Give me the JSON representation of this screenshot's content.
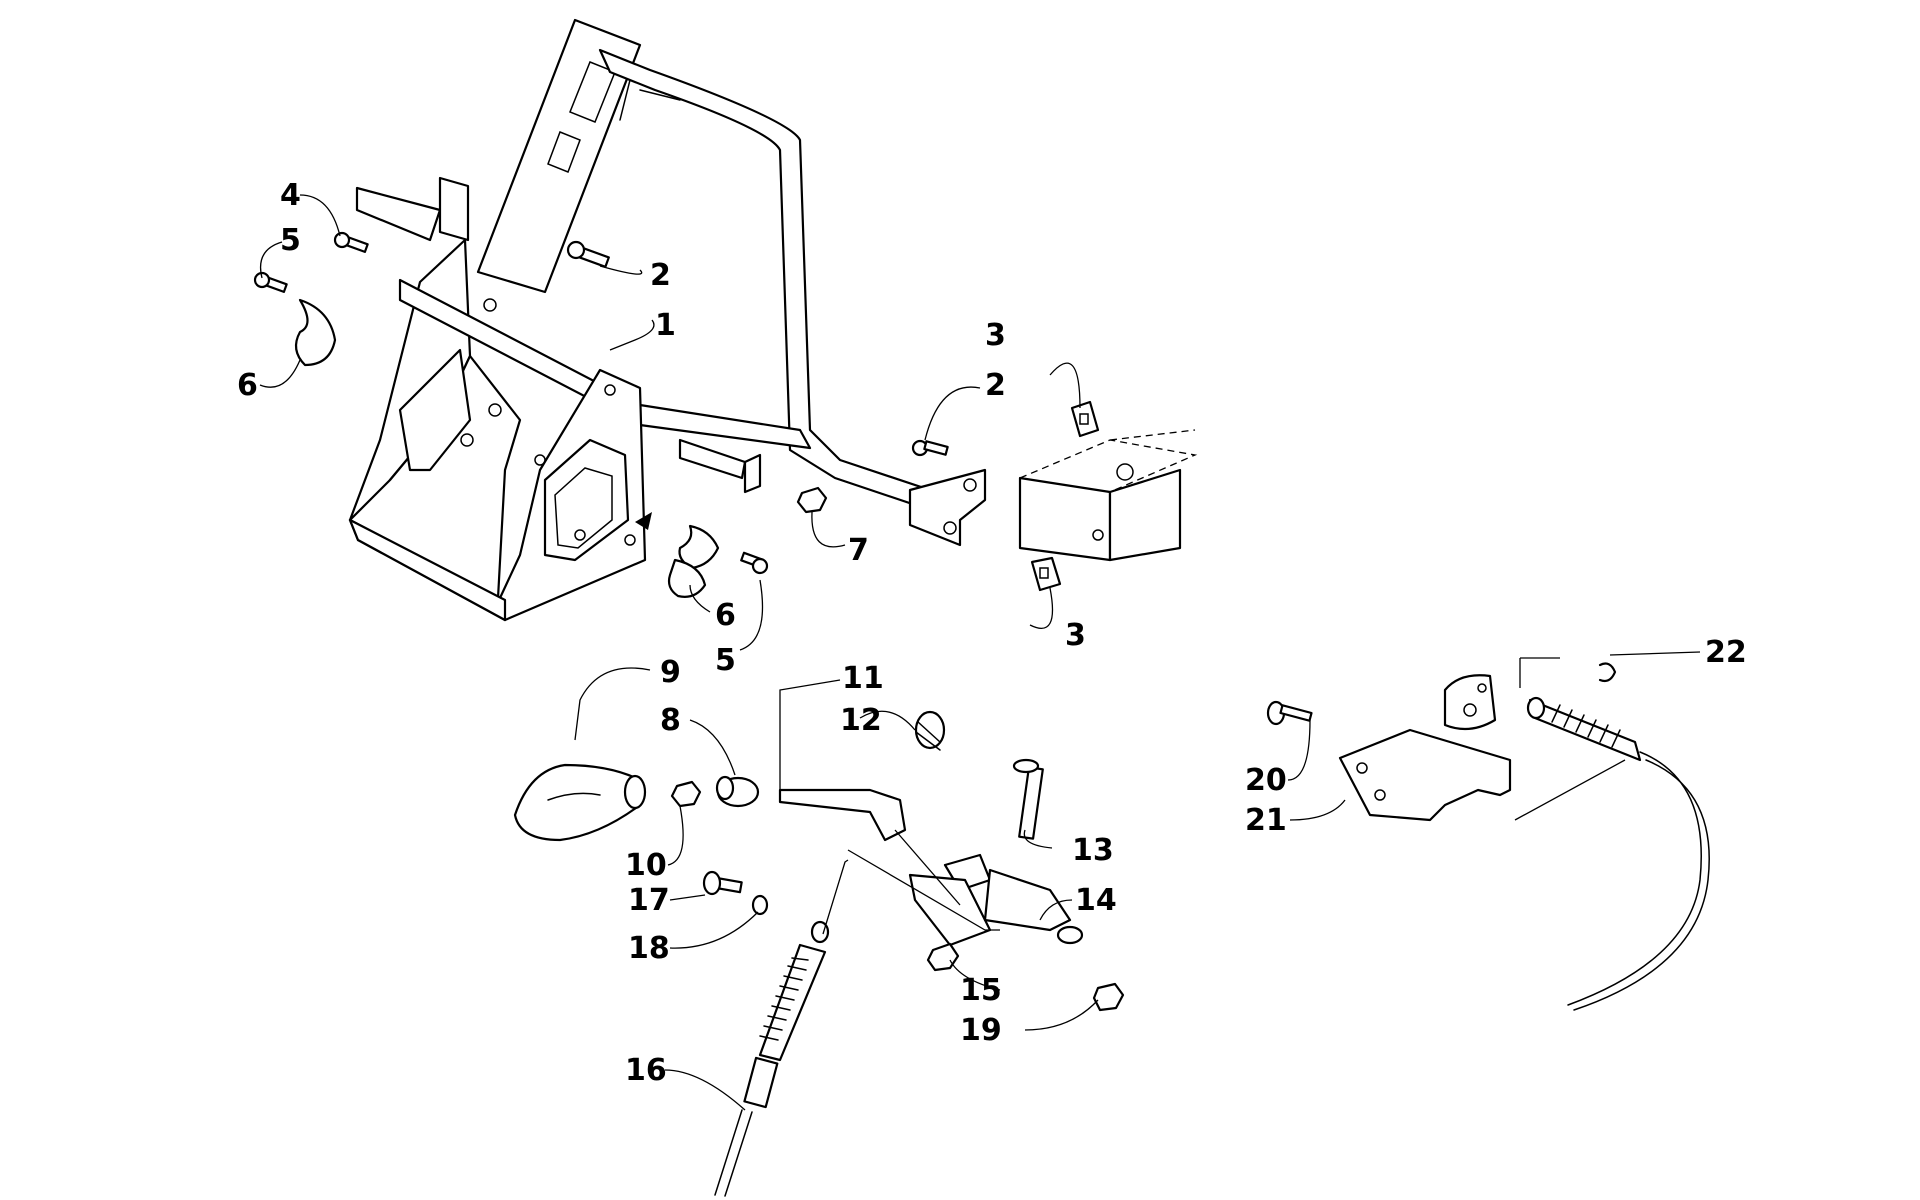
{
  "callouts": [
    {
      "id": "c1",
      "text": "1"
    },
    {
      "id": "c2a",
      "text": "2"
    },
    {
      "id": "c2b",
      "text": "2"
    },
    {
      "id": "c3a",
      "text": "3"
    },
    {
      "id": "c3b",
      "text": "3"
    },
    {
      "id": "c4",
      "text": "4"
    },
    {
      "id": "c5a",
      "text": "5"
    },
    {
      "id": "c5b",
      "text": "5"
    },
    {
      "id": "c6a",
      "text": "6"
    },
    {
      "id": "c6b",
      "text": "6"
    },
    {
      "id": "c7",
      "text": "7"
    },
    {
      "id": "c8",
      "text": "8"
    },
    {
      "id": "c9",
      "text": "9"
    },
    {
      "id": "c10",
      "text": "10"
    },
    {
      "id": "c11",
      "text": "11"
    },
    {
      "id": "c12",
      "text": "12"
    },
    {
      "id": "c13",
      "text": "13"
    },
    {
      "id": "c14",
      "text": "14"
    },
    {
      "id": "c15",
      "text": "15"
    },
    {
      "id": "c16",
      "text": "16"
    },
    {
      "id": "c17",
      "text": "17"
    },
    {
      "id": "c18",
      "text": "18"
    },
    {
      "id": "c19",
      "text": "19"
    },
    {
      "id": "c20",
      "text": "20"
    },
    {
      "id": "c21",
      "text": "21"
    },
    {
      "id": "c22",
      "text": "22"
    }
  ]
}
